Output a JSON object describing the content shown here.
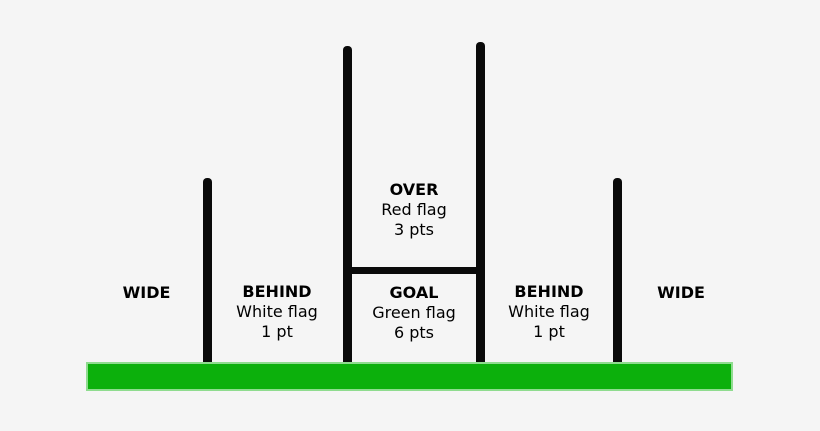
{
  "diagram": {
    "zones": {
      "wide_left": {
        "label": "WIDE"
      },
      "behind_left": {
        "label": "BEHIND",
        "flag": "White flag",
        "points": "1 pt"
      },
      "over": {
        "label": "OVER",
        "flag": "Red flag",
        "points": "3 pts"
      },
      "goal": {
        "label": "GOAL",
        "flag": "Green flag",
        "points": "6 pts"
      },
      "behind_right": {
        "label": "BEHIND",
        "flag": "White flag",
        "points": "1 pt"
      },
      "wide_right": {
        "label": "WIDE"
      }
    },
    "colors": {
      "background": "#f5f5f5",
      "post": "#0a0a0a",
      "ground_fill": "#0cb00c",
      "ground_border": "#8fdc8f",
      "text": "#000000"
    }
  }
}
